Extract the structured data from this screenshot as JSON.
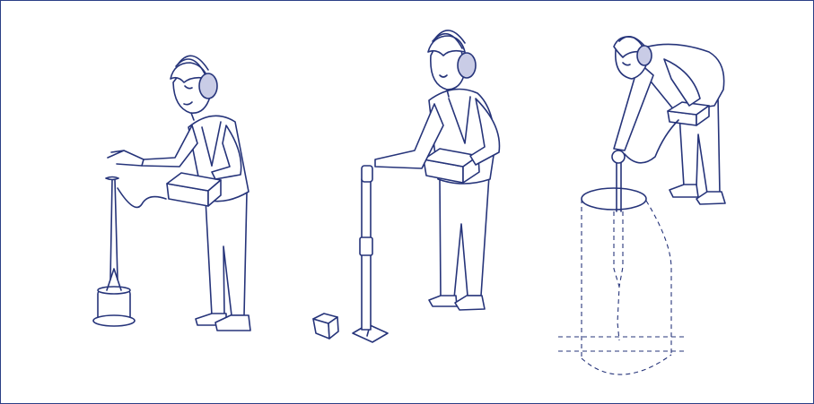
{
  "figure": {
    "panels": [
      {
        "id": "panel-1",
        "icon": "person-listening-to-probe-on-base-icon"
      },
      {
        "id": "panel-2",
        "icon": "person-holding-pole-listening-icon"
      },
      {
        "id": "panel-3",
        "icon": "person-probing-underground-pipe-icon"
      }
    ],
    "colors": {
      "line": "#26347a",
      "frame": "#2b3f86",
      "earmuff": "#c9cce6",
      "background": "#ffffff"
    }
  }
}
